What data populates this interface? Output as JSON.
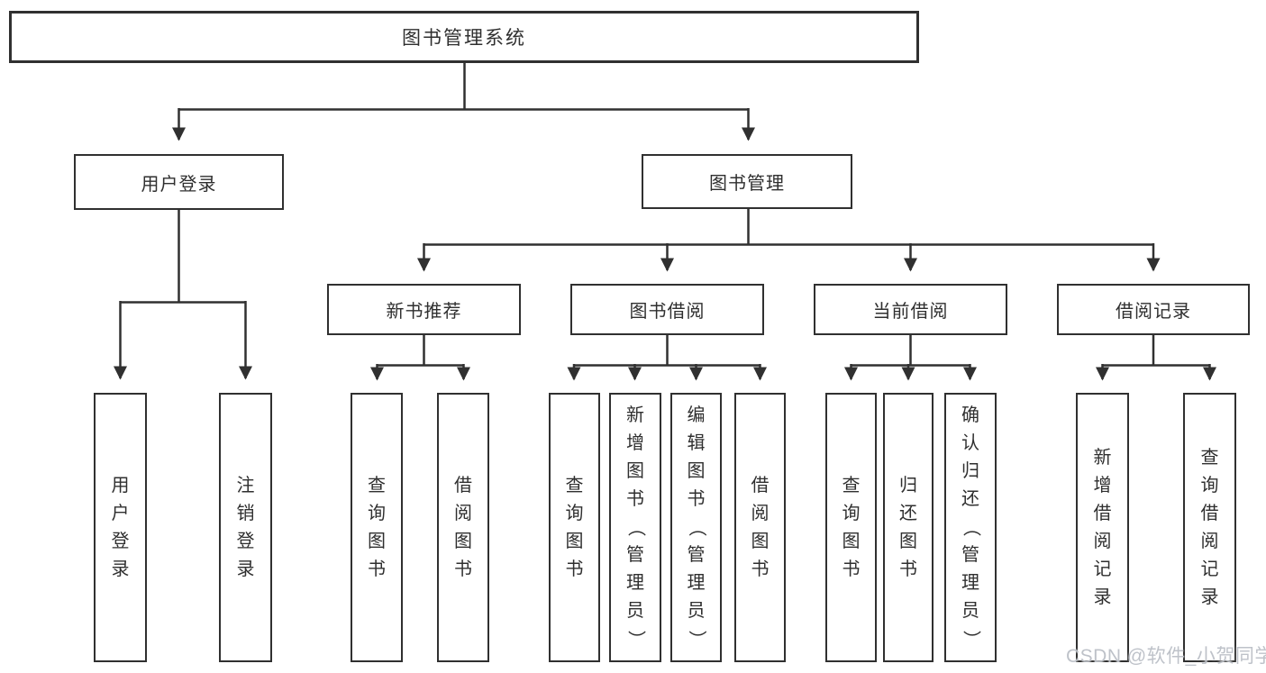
{
  "tree": {
    "root": {
      "label": "图书管理系统",
      "children": [
        {
          "label": "用户登录",
          "children": [
            {
              "label": "用户登录"
            },
            {
              "label": "注销登录"
            }
          ]
        },
        {
          "label": "图书管理",
          "children": [
            {
              "label": "新书推荐",
              "children": [
                {
                  "label": "查询图书"
                },
                {
                  "label": "借阅图书"
                }
              ]
            },
            {
              "label": "图书借阅",
              "children": [
                {
                  "label": "查询图书"
                },
                {
                  "label": "新增图书（管理员）"
                },
                {
                  "label": "编辑图书（管理员）"
                },
                {
                  "label": "借阅图书"
                }
              ]
            },
            {
              "label": "当前借阅",
              "children": [
                {
                  "label": "查询图书"
                },
                {
                  "label": "归还图书"
                },
                {
                  "label": "确认归还（管理员）"
                }
              ]
            },
            {
              "label": "借阅记录",
              "children": [
                {
                  "label": "新增借阅记录"
                },
                {
                  "label": "查询借阅记录"
                }
              ]
            }
          ]
        }
      ]
    }
  },
  "watermark": "CSDN @软件_小贺同学",
  "colors": {
    "line": "#303030",
    "box_border": "#303030",
    "text": "#2f2f2f",
    "watermark": "#b9bdc4",
    "background": "#ffffff"
  }
}
